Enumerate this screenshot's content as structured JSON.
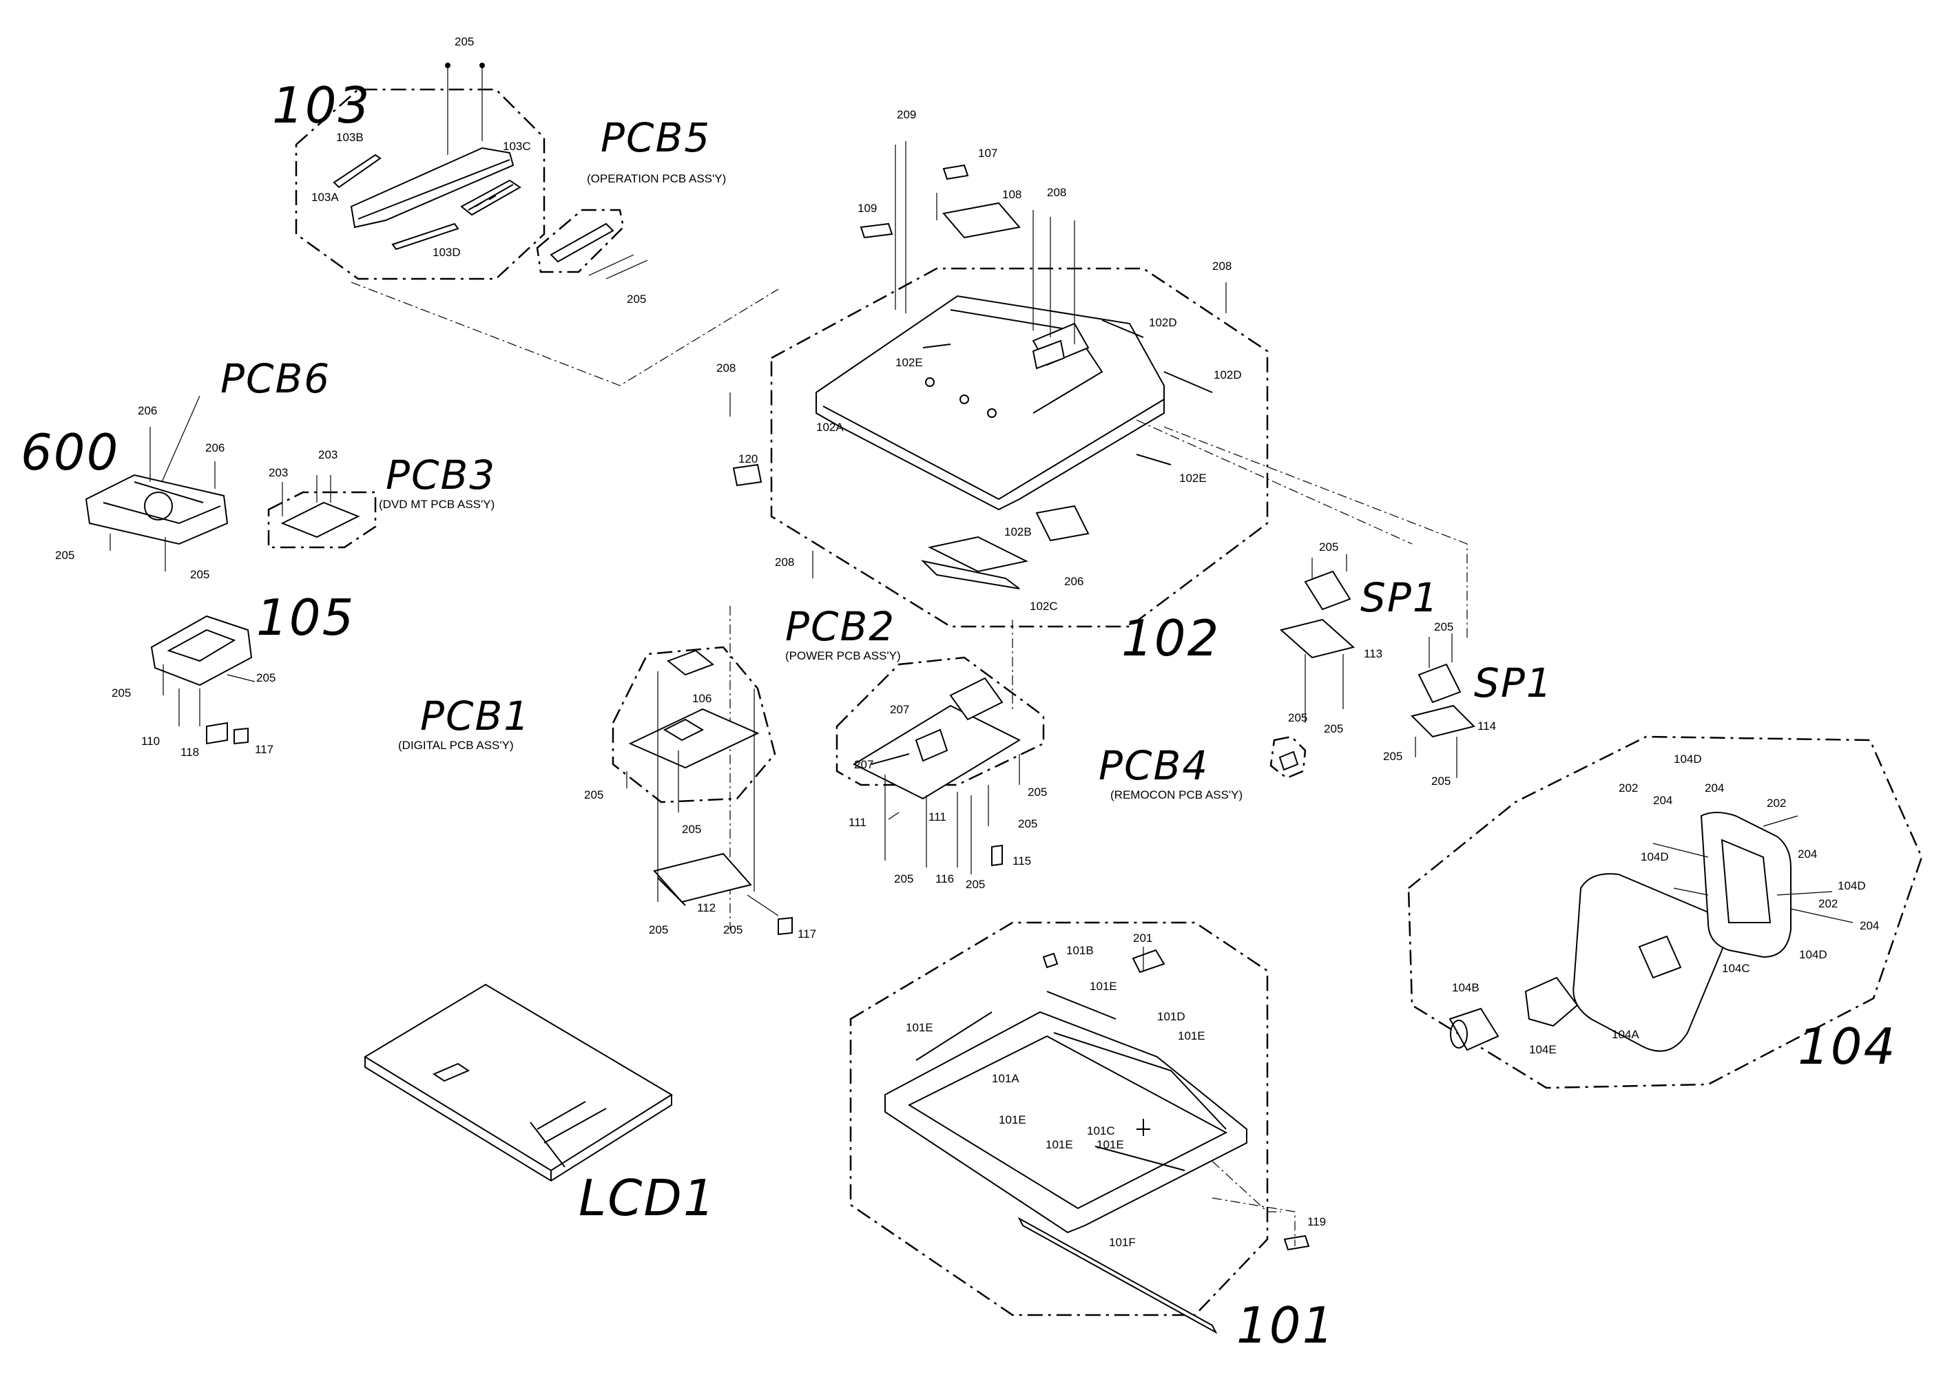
{
  "assemblies": {
    "a103": "103",
    "a102": "102",
    "a101": "101",
    "a104": "104",
    "a105": "105",
    "a600": "600",
    "lcd1": "LCD1"
  },
  "pcbs": {
    "pcb1": {
      "label": "PCB1",
      "desc": "(DIGITAL PCB ASS'Y)"
    },
    "pcb2": {
      "label": "PCB2",
      "desc": "(POWER PCB ASS'Y)"
    },
    "pcb3": {
      "label": "PCB3",
      "desc": "(DVD MT PCB ASS'Y)"
    },
    "pcb4": {
      "label": "PCB4",
      "desc": "(REMOCON PCB ASS'Y)"
    },
    "pcb5": {
      "label": "PCB5",
      "desc": "(OPERATION PCB ASS'Y)"
    },
    "pcb6": {
      "label": "PCB6"
    },
    "sp1a": "SP1",
    "sp1b": "SP1"
  },
  "parts": {
    "p205_top": "205",
    "p103B": "103B",
    "p103C": "103C",
    "p103A": "103A",
    "p103D": "103D",
    "p205_pcb5": "205",
    "p209": "209",
    "p107": "107",
    "p108": "108",
    "p208_top": "208",
    "p109": "109",
    "p208_right": "208",
    "p102D_a": "102D",
    "p102D_b": "102D",
    "p102E_a": "102E",
    "p102E_b": "102E",
    "p208_left": "208",
    "p102A": "102A",
    "p120": "120",
    "p102B": "102B",
    "p206_102": "206",
    "p208_low": "208",
    "p102C": "102C",
    "p206_a": "206",
    "p206_b": "206",
    "p203_a": "203",
    "p203_b": "203",
    "p205_600a": "205",
    "p205_600b": "205",
    "p205_105a": "205",
    "p205_105b": "205",
    "p110": "110",
    "p118": "118",
    "p117_a": "117",
    "p106": "106",
    "p205_pcb1a": "205",
    "p205_pcb1b": "205",
    "p205_112a": "205",
    "p205_112b": "205",
    "p112": "112",
    "p117_b": "117",
    "p207_a": "207",
    "p207_b": "207",
    "p205_pcb2a": "205",
    "p111_a": "111",
    "p111_b": "111",
    "p205_pcb2b": "205",
    "p205_pcb2c": "205",
    "p116": "116",
    "p205_pcb2d": "205",
    "p115": "115",
    "p205_sp1a": "205",
    "p113": "113",
    "p205_sp1b": "205",
    "p205_sp1c": "205",
    "p205_sp1d": "205",
    "p114": "114",
    "p205_sp1e": "205",
    "p205_sp1f": "205",
    "p104D_a": "104D",
    "p202_a": "202",
    "p204_a": "204",
    "p204_b": "204",
    "p202_b": "202",
    "p104D_b": "104D",
    "p204_c": "204",
    "p104D_c": "104D",
    "p202_c": "202",
    "p204_d": "204",
    "p104D_d": "104D",
    "p104C": "104C",
    "p104B": "104B",
    "p104E": "104E",
    "p104A": "104A",
    "p101B": "101B",
    "p201": "201",
    "p101E_a": "101E",
    "p101D": "101D",
    "p101E_b": "101E",
    "p101E_c": "101E",
    "p101A": "101A",
    "p101E_d": "101E",
    "p101C": "101C",
    "p101E_e": "101E",
    "p101E_f": "101E",
    "p119": "119",
    "p101F": "101F"
  }
}
